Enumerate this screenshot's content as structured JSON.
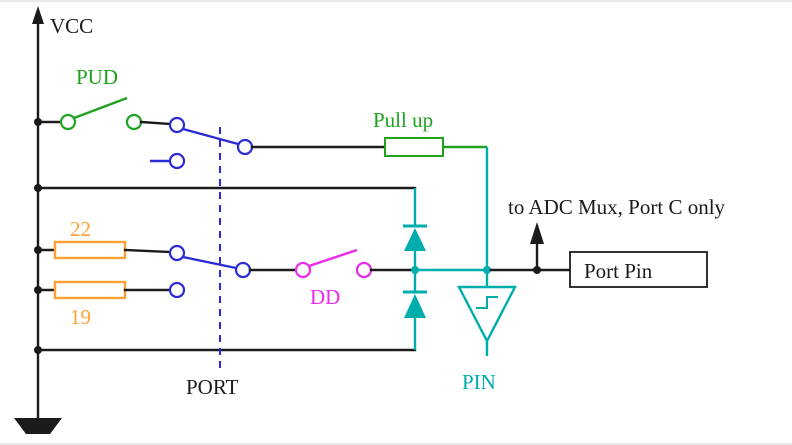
{
  "labels": {
    "vcc": "VCC",
    "pud": "PUD",
    "pull_up": "Pull up",
    "resistor_top": "22",
    "resistor_bottom": "19",
    "dd": "DD",
    "port": "PORT",
    "pin": "PIN",
    "port_pin": "Port Pin",
    "adc_note": "to ADC Mux, Port C only"
  },
  "colors": {
    "black": "#1b1b1b",
    "green": "#1fa31f",
    "blue": "#2b2bd6",
    "orange": "#ffa033",
    "magenta": "#ec28ec",
    "teal": "#00adad",
    "background": "#ffffff"
  }
}
